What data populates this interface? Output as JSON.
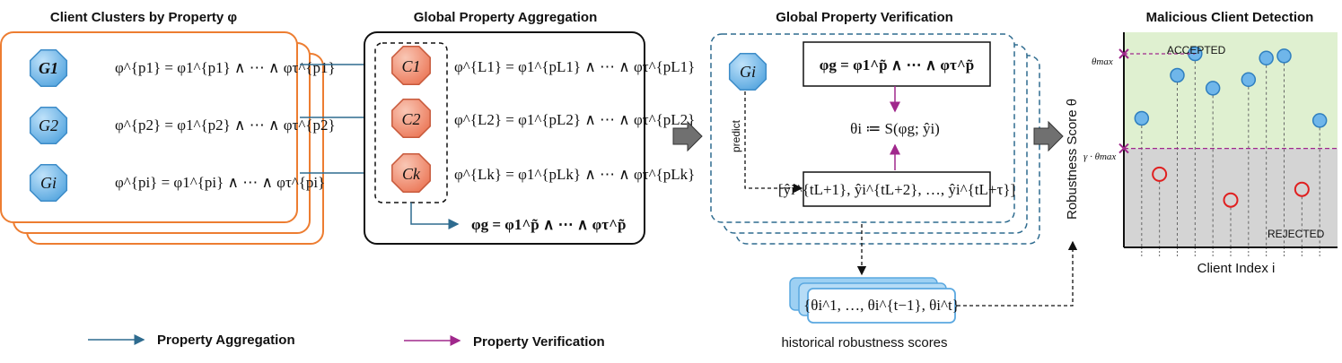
{
  "colors": {
    "aggregation_arrow": "#2e6b8f",
    "verification_arrow": "#a0288c",
    "cluster_border": "#ed7d31",
    "client_node": "#6fb6ea",
    "cluster_head": "#f08a6e",
    "accepted_region": "#dff0d0",
    "rejected_region": "#d4d4d4",
    "threshold_line": "#a0288c"
  },
  "icons": [
    "circle-node-icon",
    "octagon-node-icon",
    "block-arrow-icon"
  ],
  "panels": {
    "clusters": {
      "title": "Client Clusters by Property φ",
      "nodes": [
        {
          "label": "G1",
          "formula": "φ^{p1} = φ1^{p1} ∧ ⋯ ∧ φτ^{p1}"
        },
        {
          "label": "G2",
          "formula": "φ^{p2} = φ1^{p2} ∧ ⋯ ∧ φτ^{p2}"
        },
        {
          "label": "Gi",
          "formula": "φ^{pi} = φ1^{pi} ∧ ⋯ ∧ φτ^{pi}"
        }
      ]
    },
    "aggregation": {
      "title": "Global Property Aggregation",
      "nodes": [
        {
          "label": "C1",
          "formula": "φ^{L1} = φ1^{pL1} ∧ ⋯ ∧ φτ^{pL1}"
        },
        {
          "label": "C2",
          "formula": "φ^{L2} = φ1^{pL2} ∧ ⋯ ∧ φτ^{pL2}"
        },
        {
          "label": "Ck",
          "formula": "φ^{Lk} = φ1^{pLk} ∧ ⋯ ∧ φτ^{pLk}"
        }
      ],
      "global_formula": "φg = φ1^p̃ ∧ ⋯ ∧ φτ^p̃"
    },
    "verification": {
      "title": "Global Property Verification",
      "node": "Gi",
      "box_formula": "φg = φ1^p̃ ∧ ⋯ ∧ φτ^p̃",
      "score_formula": "θi ≔ S(φg; ŷi)",
      "predictions": "[ŷi^{tL+1}, ŷi^{tL+2}, …, ŷi^{tL+τ}]",
      "predict_label": "predict",
      "history_formula": "{θi^1, …, θi^{t−1}, θi^t}",
      "history_caption": "historical robustness scores"
    },
    "detection": {
      "title": "Malicious Client Detection",
      "accepted_label": "ACCEPTED",
      "rejected_label": "REJECTED",
      "y_axis_label": "Robustness Score θ",
      "x_axis_label": "Client Index i",
      "theta_max_label": "θmax",
      "threshold_label": "γ · θmax"
    }
  },
  "legend": {
    "aggregation": "Property Aggregation",
    "verification": "Property Verification"
  },
  "chart_data": {
    "type": "scatter",
    "title": "Malicious Client Detection",
    "xlabel": "Client Index i",
    "ylabel": "Robustness Score θ",
    "ylim": [
      0,
      1
    ],
    "thresholds": {
      "theta_max": 0.9,
      "gamma_theta_max": 0.46
    },
    "accepted": [
      {
        "x": 1,
        "y": 0.6
      },
      {
        "x": 3,
        "y": 0.8
      },
      {
        "x": 4,
        "y": 0.9
      },
      {
        "x": 5,
        "y": 0.74
      },
      {
        "x": 7,
        "y": 0.78
      },
      {
        "x": 8,
        "y": 0.88
      },
      {
        "x": 9,
        "y": 0.89
      },
      {
        "x": 11,
        "y": 0.59
      }
    ],
    "rejected": [
      {
        "x": 2,
        "y": 0.34
      },
      {
        "x": 6,
        "y": 0.22
      },
      {
        "x": 10,
        "y": 0.27
      }
    ]
  }
}
